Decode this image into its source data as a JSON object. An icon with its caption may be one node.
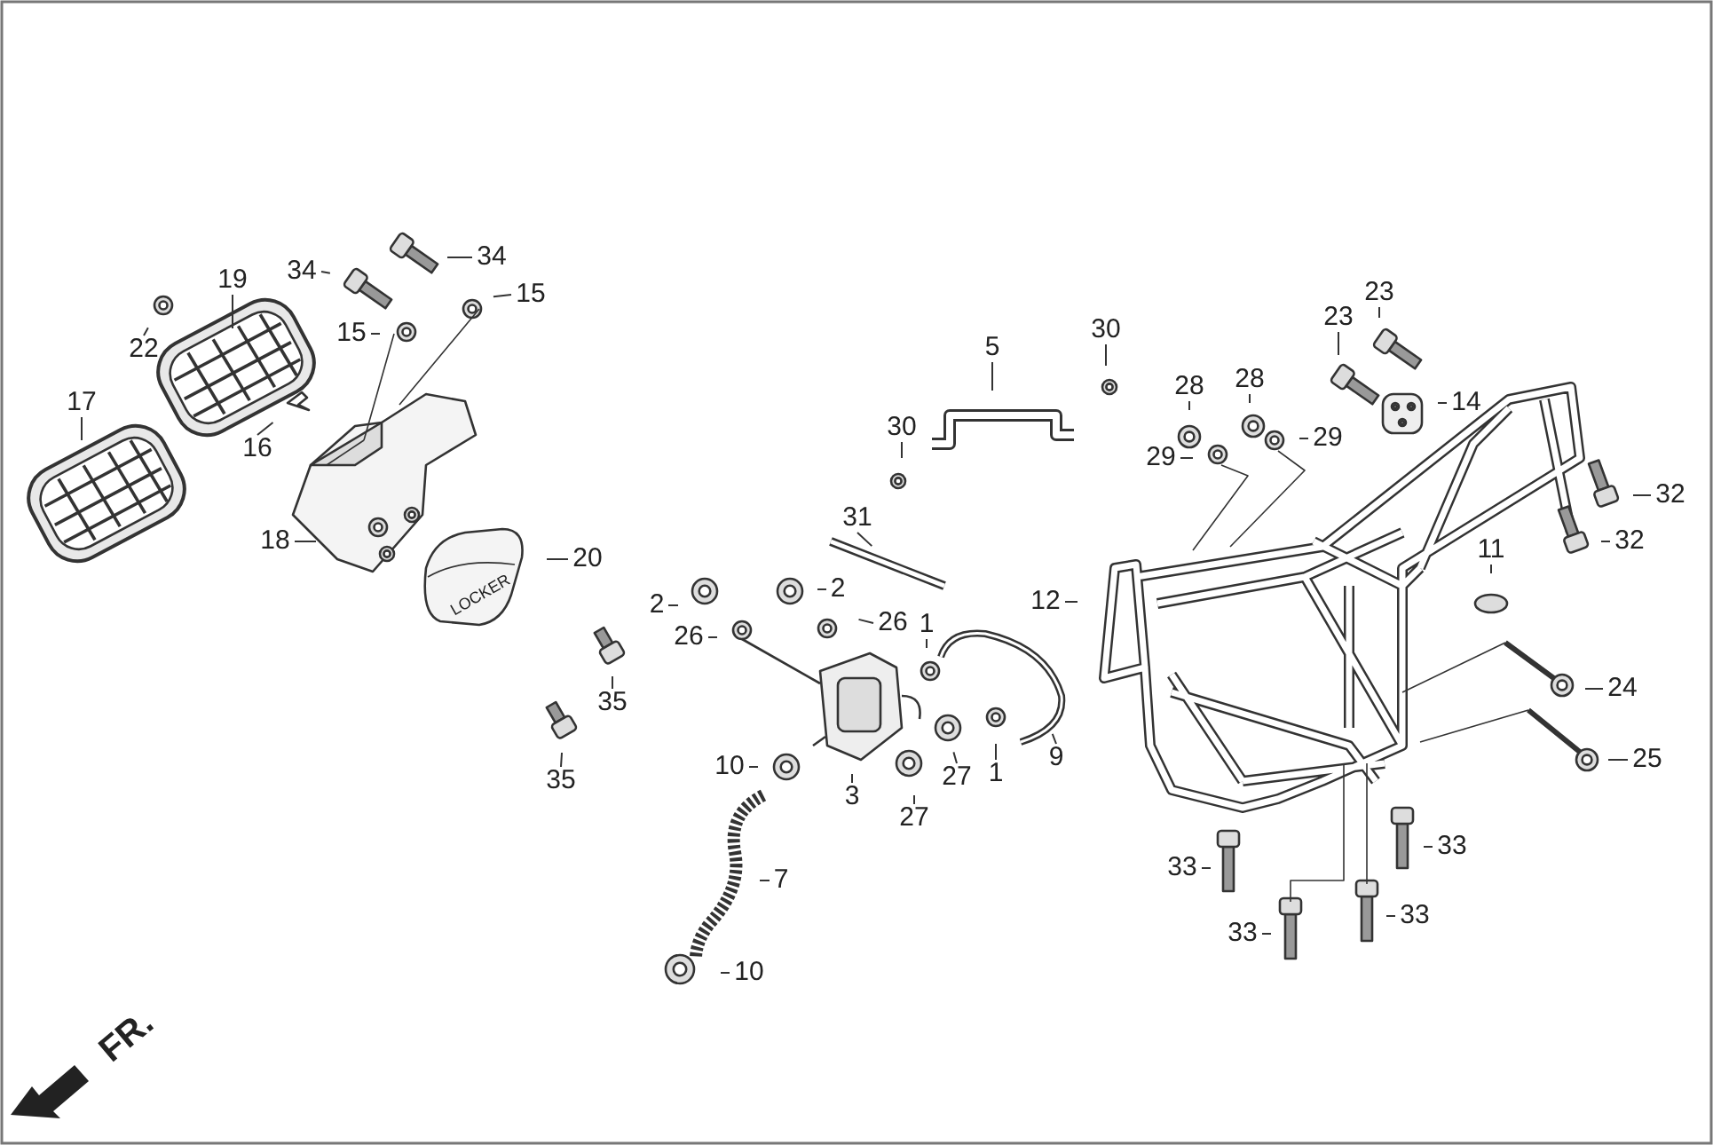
{
  "diagram": {
    "nodes": [
      {
        "text": [
          "34"
        ]
      },
      {
        "text": [
          "34"
        ]
      },
      {
        "text": [
          "15"
        ]
      },
      {
        "text": [
          "15"
        ]
      },
      {
        "text": [
          "22"
        ]
      },
      {
        "text": [
          "19"
        ]
      },
      {
        "text": [
          "16"
        ]
      },
      {
        "text": [
          "17"
        ]
      },
      {
        "text": [
          "18"
        ]
      },
      {
        "text": [
          "20"
        ]
      },
      {
        "text": [
          "2"
        ]
      },
      {
        "text": [
          "2"
        ]
      },
      {
        "text": [
          "26"
        ]
      },
      {
        "text": [
          "26"
        ]
      },
      {
        "text": [
          "31"
        ]
      },
      {
        "text": [
          "1"
        ]
      },
      {
        "text": [
          "1"
        ]
      },
      {
        "text": [
          "9"
        ]
      },
      {
        "text": [
          "27"
        ]
      },
      {
        "text": [
          "27"
        ]
      },
      {
        "text": [
          "35"
        ]
      },
      {
        "text": [
          "35"
        ]
      },
      {
        "text": [
          "10"
        ]
      },
      {
        "text": [
          "3"
        ]
      },
      {
        "text": [
          "7"
        ]
      },
      {
        "text": [
          "10"
        ]
      },
      {
        "text": [
          "5"
        ]
      },
      {
        "text": [
          "30"
        ]
      },
      {
        "text": [
          "30"
        ]
      },
      {
        "text": [
          "28"
        ]
      },
      {
        "text": [
          "28"
        ]
      },
      {
        "text": [
          "29"
        ]
      },
      {
        "text": [
          "29"
        ]
      },
      {
        "text": [
          "23"
        ]
      },
      {
        "text": [
          "23"
        ]
      },
      {
        "text": [
          "14"
        ]
      },
      {
        "text": [
          "32"
        ]
      },
      {
        "text": [
          "32"
        ]
      },
      {
        "text": [
          "11"
        ]
      },
      {
        "text": [
          "12"
        ]
      },
      {
        "text": [
          "24"
        ]
      },
      {
        "text": [
          "25"
        ]
      },
      {
        "text": [
          "33"
        ]
      },
      {
        "text": [
          "33"
        ]
      },
      {
        "text": [
          "33"
        ]
      },
      {
        "text": [
          "33"
        ]
      }
    ],
    "edges": [
      {
        "from": 0,
        "to": null,
        "arrow": "none"
      },
      {
        "from": 1,
        "to": null,
        "arrow": "none"
      },
      {
        "from": 2,
        "to": null,
        "arrow": "none"
      },
      {
        "from": 3,
        "to": null,
        "arrow": "none"
      },
      {
        "from": 4,
        "to": null,
        "arrow": "none"
      },
      {
        "from": 5,
        "to": null,
        "arrow": "none"
      },
      {
        "from": 6,
        "to": null,
        "arrow": "none"
      },
      {
        "from": 7,
        "to": null,
        "arrow": "none"
      },
      {
        "from": 8,
        "to": null,
        "arrow": "none"
      },
      {
        "from": 9,
        "to": null,
        "arrow": "none"
      },
      {
        "from": 10,
        "to": null,
        "arrow": "none"
      },
      {
        "from": 11,
        "to": null,
        "arrow": "none"
      },
      {
        "from": 12,
        "to": null,
        "arrow": "none"
      },
      {
        "from": 13,
        "to": null,
        "arrow": "none"
      },
      {
        "from": 14,
        "to": null,
        "arrow": "none"
      },
      {
        "from": 15,
        "to": null,
        "arrow": "none"
      },
      {
        "from": 16,
        "to": null,
        "arrow": "none"
      },
      {
        "from": 17,
        "to": null,
        "arrow": "none"
      },
      {
        "from": 18,
        "to": null,
        "arrow": "none"
      },
      {
        "from": 19,
        "to": null,
        "arrow": "none"
      },
      {
        "from": 20,
        "to": null,
        "arrow": "none"
      },
      {
        "from": 21,
        "to": null,
        "arrow": "none"
      },
      {
        "from": 22,
        "to": null,
        "arrow": "none"
      },
      {
        "from": 23,
        "to": null,
        "arrow": "none"
      },
      {
        "from": 24,
        "to": null,
        "arrow": "none"
      },
      {
        "from": 25,
        "to": null,
        "arrow": "none"
      },
      {
        "from": 26,
        "to": null,
        "arrow": "none"
      },
      {
        "from": 27,
        "to": null,
        "arrow": "none"
      },
      {
        "from": 28,
        "to": null,
        "arrow": "none"
      },
      {
        "from": 29,
        "to": null,
        "arrow": "none"
      },
      {
        "from": 30,
        "to": null,
        "arrow": "none"
      },
      {
        "from": 31,
        "to": null,
        "arrow": "none"
      },
      {
        "from": 32,
        "to": null,
        "arrow": "none"
      },
      {
        "from": 33,
        "to": null,
        "arrow": "none"
      },
      {
        "from": 34,
        "to": null,
        "arrow": "none"
      },
      {
        "from": 35,
        "to": null,
        "arrow": "none"
      },
      {
        "from": 36,
        "to": null,
        "arrow": "none"
      },
      {
        "from": 37,
        "to": null,
        "arrow": "none"
      },
      {
        "from": 38,
        "to": null,
        "arrow": "none"
      },
      {
        "from": 39,
        "to": null,
        "arrow": "none"
      },
      {
        "from": 40,
        "to": null,
        "arrow": "none"
      },
      {
        "from": 41,
        "to": null,
        "arrow": "none"
      },
      {
        "from": 42,
        "to": null,
        "arrow": "none"
      },
      {
        "from": 43,
        "to": null,
        "arrow": "none"
      },
      {
        "from": 44,
        "to": null,
        "arrow": "none"
      },
      {
        "from": 45,
        "to": null,
        "arrow": "none"
      }
    ],
    "labels": [
      "LOCKER",
      "FR."
    ]
  }
}
